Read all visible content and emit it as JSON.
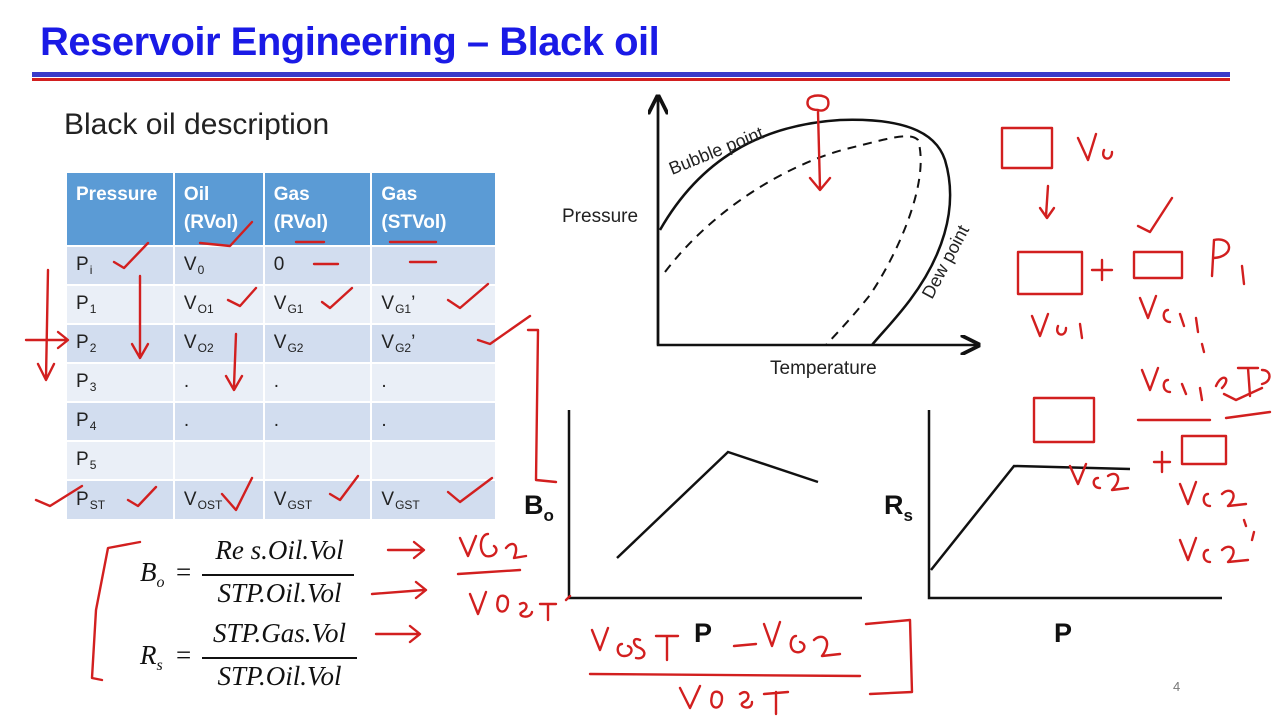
{
  "title": "Reservoir Engineering – Black oil",
  "subtitle": "Black oil description",
  "table": {
    "headers": [
      {
        "line1": "Pressure",
        "line2": ""
      },
      {
        "line1": "Oil",
        "line2": "(RVol)"
      },
      {
        "line1": "Gas",
        "line2": "(RVol)"
      },
      {
        "line1": "Gas",
        "line2": "(STVol)"
      }
    ],
    "rows": [
      [
        {
          "main": "P",
          "sub": "i"
        },
        {
          "main": "V",
          "sub": "0"
        },
        {
          "main": "0",
          "sub": ""
        },
        {
          "main": "",
          "sub": ""
        }
      ],
      [
        {
          "main": "P",
          "sub": "1"
        },
        {
          "main": "V",
          "sub": "O1"
        },
        {
          "main": "V",
          "sub": "G1"
        },
        {
          "main": "V",
          "sub": "G1",
          "suffix": "’"
        }
      ],
      [
        {
          "main": "P",
          "sub": "2"
        },
        {
          "main": "V",
          "sub": "O2"
        },
        {
          "main": "V",
          "sub": "G2"
        },
        {
          "main": "V",
          "sub": "G2",
          "suffix": "’"
        }
      ],
      [
        {
          "main": "P",
          "sub": "3"
        },
        {
          "main": ".",
          "sub": ""
        },
        {
          "main": ".",
          "sub": ""
        },
        {
          "main": ".",
          "sub": ""
        }
      ],
      [
        {
          "main": "P",
          "sub": "4"
        },
        {
          "main": ".",
          "sub": ""
        },
        {
          "main": ".",
          "sub": ""
        },
        {
          "main": ".",
          "sub": ""
        }
      ],
      [
        {
          "main": "P",
          "sub": "5"
        },
        {
          "main": "",
          "sub": ""
        },
        {
          "main": "",
          "sub": ""
        },
        {
          "main": "",
          "sub": ""
        }
      ],
      [
        {
          "main": "P",
          "sub": "ST"
        },
        {
          "main": "V",
          "sub": "OST"
        },
        {
          "main": "V",
          "sub": "GST"
        },
        {
          "main": "V",
          "sub": "GST"
        }
      ]
    ]
  },
  "formulas": {
    "bo": {
      "lhs": "B",
      "lhs_sub": "o",
      "eq": "=",
      "numerator": "Re s.Oil.Vol",
      "denominator": "STP.Oil.Vol"
    },
    "rs": {
      "lhs": "R",
      "lhs_sub": "s",
      "eq": "=",
      "numerator": "STP.Gas.Vol",
      "denominator": "STP.Oil.Vol"
    }
  },
  "phase_diagram": {
    "y_label": "Pressure",
    "x_label": "Temperature",
    "bubble_label": "Bubble point",
    "dew_label": "Dew point"
  },
  "bo_chart": {
    "y_label": "B",
    "y_label_sub": "o",
    "x_label": "P"
  },
  "rs_chart": {
    "y_label": "R",
    "y_label_sub": "s",
    "x_label": "P"
  },
  "page_number": "4",
  "colors": {
    "title": "#1a1ae6",
    "header_bg": "#5b9bd5",
    "row_odd": "#d2ddef",
    "row_even": "#eaeff7",
    "ink": "#d21f1f"
  }
}
